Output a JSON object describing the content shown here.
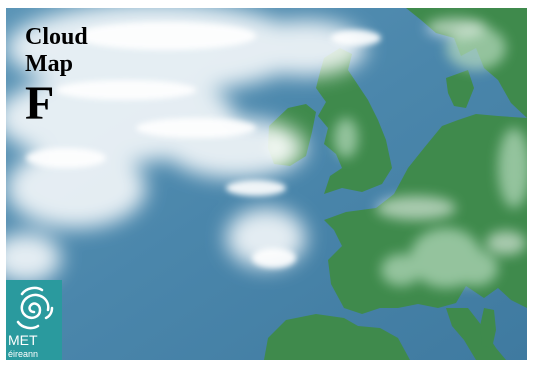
{
  "map": {
    "title_line1": "Cloud",
    "title_line2": "Map",
    "title_code": "F"
  },
  "logo": {
    "text": "MET",
    "subtext": "éireann"
  },
  "colors": {
    "sea": "#4a84a8",
    "land": "#3f8a4c",
    "cloud": "#ffffff",
    "logo_bg": "#2a9a9e"
  }
}
